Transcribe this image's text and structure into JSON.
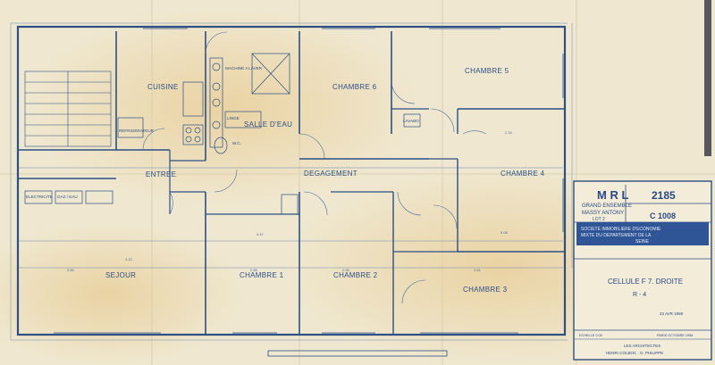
{
  "rooms": {
    "cuisine": "CUISINE",
    "salle_deau": "SALLE D'EAU",
    "chambre6": "CHAMBRE 6",
    "chambre5": "CHAMBRE 5",
    "chambre4": "CHAMBRE 4",
    "entree": "ENTREE",
    "degagement": "DEGAGEMENT",
    "sejour": "SEJOUR",
    "chambre1": "CHAMBRE 1",
    "chambre2": "CHAMBRE 2",
    "chambre3": "CHAMBRE 3",
    "wc": "W.C."
  },
  "fixtures": {
    "refrigerateur": "REFRIGERATEUR",
    "electricite": "ELECTRICITE",
    "gaz": "GAZ / EAU",
    "machine": "MACHINE A LAVER",
    "linge": "LINGE",
    "lavabo": "LAVABO"
  },
  "dimensions": {
    "d1": "2.85",
    "d2": "2.85",
    "d3": "2.65",
    "d4": "4.61",
    "d5": "3.12",
    "d6": "5.06",
    "d7": "2.34",
    "d8": "3.47"
  },
  "titleblock": {
    "logo": "M R L",
    "line1": "GRAND ENSEMBLE",
    "line2": "MASSY ANTONY",
    "lot": "LOT 2",
    "plan_no": "2185",
    "ref": "C 1008",
    "societe1": "SOCIETE IMMOBILIERE D'ECONOMIE",
    "societe2": "MIXTE DU DEPARTEMENT DE LA",
    "societe3": "SEINE",
    "cellule": "CELLULE F 7. DROITE",
    "ref2": "R - 4",
    "stamp": "23 AVR 1959",
    "echelle": "ECHELLE  0.05",
    "date": "PARIS  OCTOBRE  1958",
    "archi1": "LES ARCHITECTES",
    "archi2": "HENRI COLBOC . G. PHILIPPE"
  },
  "colors": {
    "paper": "#efe7cf",
    "ink": "#2c4f86",
    "stain": "#e9c98a",
    "band": "#2f5597"
  }
}
